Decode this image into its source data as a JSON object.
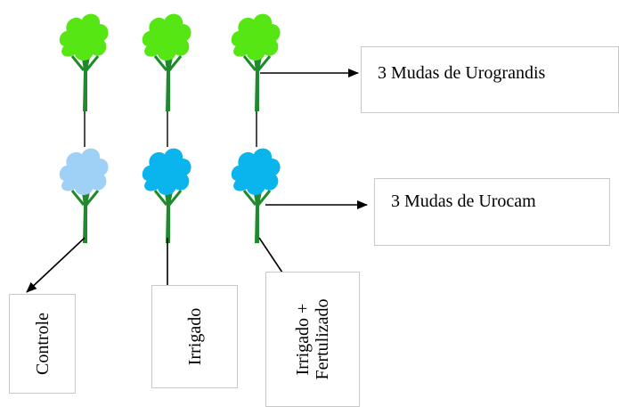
{
  "colors": {
    "leaves_urograndis": "#55e614",
    "leaves_urocam_control": "#9fd0f5",
    "leaves_urocam": "#0ab4ec",
    "trunk": "#1f8a2c",
    "stem_line": "#000000",
    "box_border": "#c8c8c8"
  },
  "icons": {
    "tree": "deciduous-tree-icon",
    "arrow": "arrow-head"
  },
  "labels": {
    "urograndis": "3 Mudas de Urograndis",
    "urocam": "3 Mudas de Urocam",
    "controle": "Controle",
    "irrigado": "Irrigado",
    "irrigado_fertilizado_line1": "Irrigado +",
    "irrigado_fertilizado_line2": "Fertulizado"
  }
}
